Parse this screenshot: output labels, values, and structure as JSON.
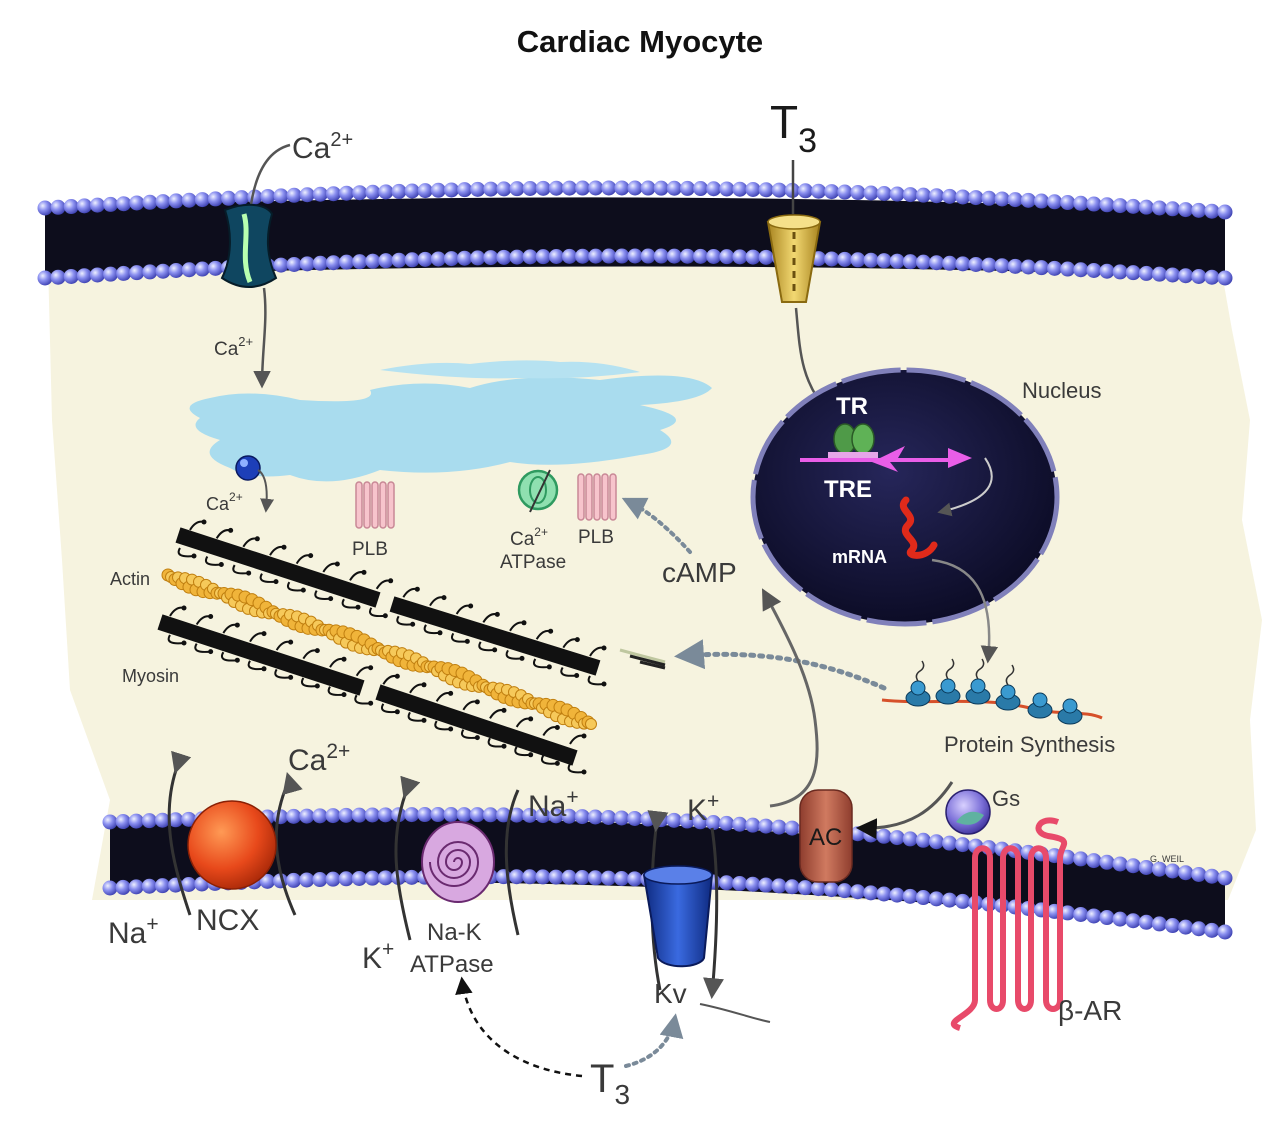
{
  "title": "Cardiac Myocyte",
  "labels": {
    "ca_top": "Ca",
    "ca_top_sup": "2+",
    "t3_top": "T",
    "t3_top_sub": "3",
    "ca_channel": "Ca",
    "ca_channel_sup": "2+",
    "ca_sr": "Ca",
    "ca_sr_sup": "2+",
    "plb_left": "PLB",
    "ca_atpase_1": "Ca",
    "ca_atpase_sup": "2+",
    "ca_atpase_2": "ATPase",
    "plb_right": "PLB",
    "camp": "cAMP",
    "actin": "Actin",
    "myosin": "Myosin",
    "nucleus": "Nucleus",
    "tr": "TR",
    "tre": "TRE",
    "mrna": "mRNA",
    "protein_synthesis": "Protein Synthesis",
    "gs": "Gs",
    "ac": "AC",
    "beta_ar": "β-AR",
    "ncx_ca": "Ca",
    "ncx_ca_sup": "2+",
    "ncx_na": "Na",
    "ncx_na_sup": "+",
    "ncx": "NCX",
    "nak_na": "Na",
    "nak_na_sup": "+",
    "nak_k": "K",
    "nak_k_sup": "+",
    "nak_1": "Na-K",
    "nak_2": "ATPase",
    "kv_k": "K",
    "kv_k_sup": "+",
    "kv": "Kv",
    "t3_bottom": "T",
    "t3_bottom_sub": "3",
    "signature": "G. WEIL"
  },
  "colors": {
    "cytoplasm": "#f6f3df",
    "membrane_head": "#6f74e8",
    "membrane_tail": "#0d0d1c",
    "sr": "#a9dcee",
    "nucleus": "#161638",
    "ncx": "#e8491b",
    "ac": "#b65a48",
    "beta_ar": "#e84a6a",
    "kv": "#1e45b8",
    "t3_transporter": "#d8b548",
    "actin": "#f0b43a",
    "myosin": "#111111"
  }
}
